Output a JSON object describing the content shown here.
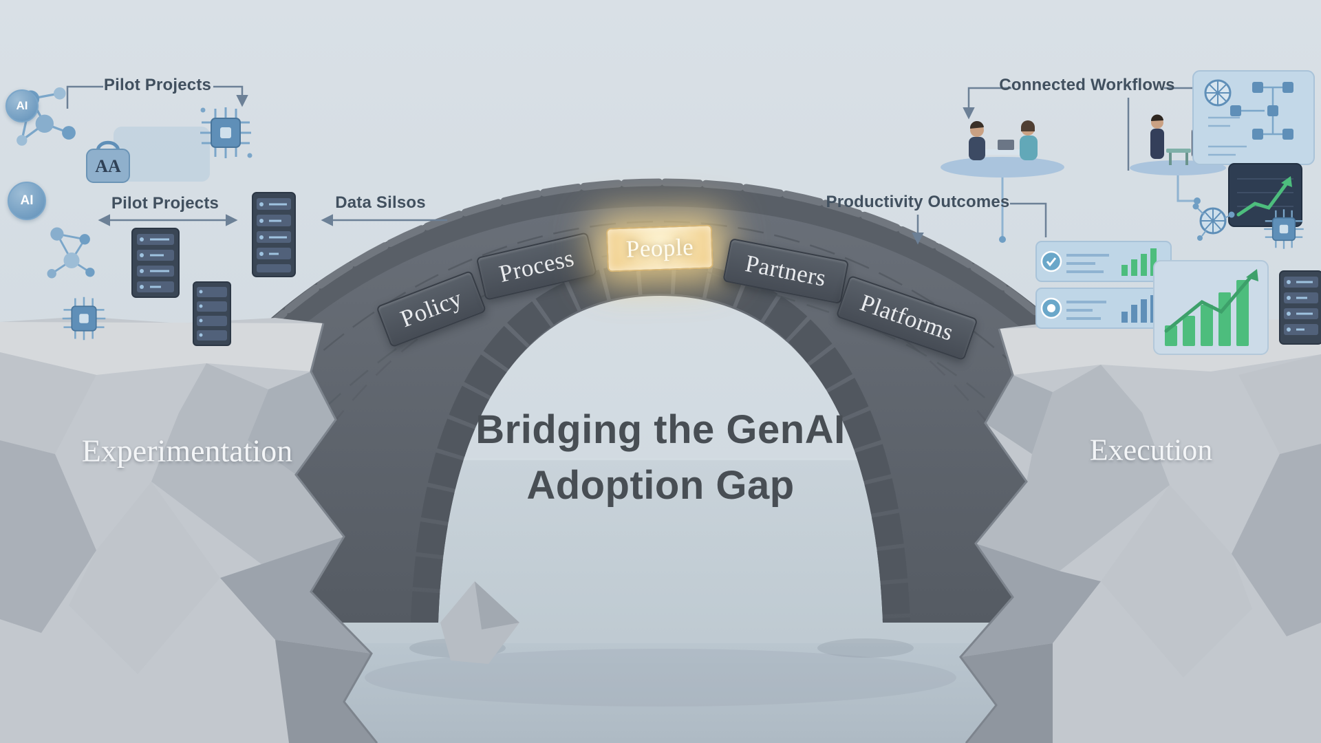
{
  "title": {
    "line1": "Bridging the GenAI",
    "line2": "Adoption Gap"
  },
  "cliffs": {
    "left_label": "Experimentation",
    "right_label": "Execution"
  },
  "bridge": {
    "stones": [
      {
        "label": "Policy"
      },
      {
        "label": "Process"
      },
      {
        "label": "People",
        "highlight": true
      },
      {
        "label": "Partners"
      },
      {
        "label": "Platforms"
      }
    ]
  },
  "annotations": {
    "pilot_projects_top": "Pilot Projects",
    "pilot_projects_mid": "Pilot Projects",
    "data_silos": "Data Silsos",
    "connected_workflows": "Connected Workflows",
    "productivity_outcomes": "Productivity Outcomes"
  },
  "icon_text": {
    "ai_badge": "AI",
    "bag_letters": "AA"
  },
  "colors": {
    "sky": "#d6dee4",
    "sea": "#c2cdd5",
    "water": "#b5c1ca",
    "cliff": "#c3c8ce",
    "bridge_stone": "#61676f",
    "label_stone_bg": "#4b515a",
    "highlight_stone": "#f3d491",
    "glow": "#f6d28a",
    "tech_blue": "#6f9ec4",
    "panel_blue": "#c3d8e8",
    "navy_panel": "#2e3d52",
    "green": "#4dbd7d",
    "annotation_text": "#41505f",
    "title_text": "#484e54"
  }
}
